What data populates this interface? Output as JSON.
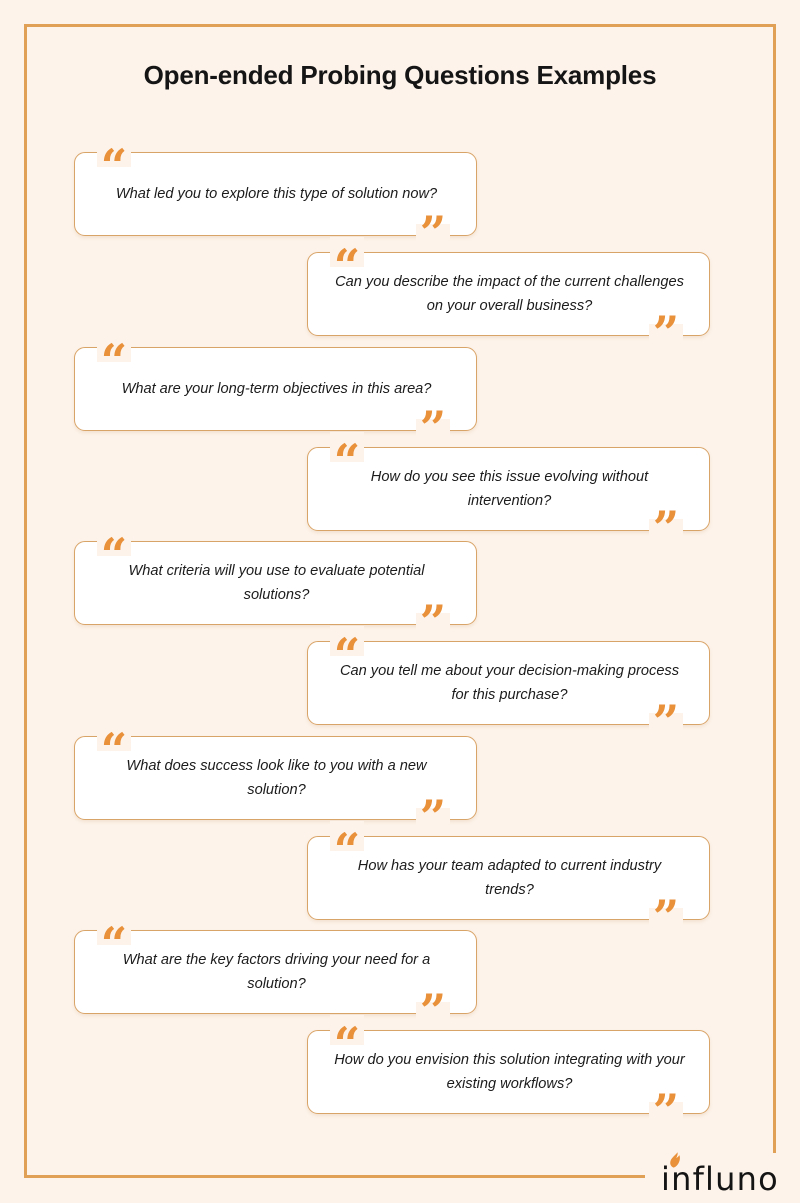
{
  "page": {
    "title": "Open-ended Probing Questions Examples",
    "background_color": "#FDF3EA",
    "frame_color": "#E0A055",
    "accent_color": "#E8903A",
    "card_border_color": "#D9A468",
    "card_background": "#FFFFFF",
    "title_color": "#151515"
  },
  "quote_marks": {
    "open": "“",
    "close": "”"
  },
  "cards": [
    {
      "text": "What led you to explore this type of solution now?",
      "align": "left"
    },
    {
      "text": "Can you describe the impact of the current challenges on your overall business?",
      "align": "right"
    },
    {
      "text": "What are your long-term objectives in this area?",
      "align": "left"
    },
    {
      "text": "How do you see this issue evolving without intervention?",
      "align": "right"
    },
    {
      "text": "What criteria will you use to evaluate potential solutions?",
      "align": "left"
    },
    {
      "text": "Can you tell me about your decision-making process for this purchase?",
      "align": "right"
    },
    {
      "text": "What does success look like to you with a new solution?",
      "align": "left"
    },
    {
      "text": "How has your team adapted to current industry trends?",
      "align": "right"
    },
    {
      "text": "What are the key factors driving your need for a solution?",
      "align": "left"
    },
    {
      "text": "How do you envision this solution integrating with your existing workflows?",
      "align": "right"
    }
  ],
  "logo": {
    "wordmark": "influno",
    "flame_color": "#E8903A",
    "text_color": "#141414"
  }
}
